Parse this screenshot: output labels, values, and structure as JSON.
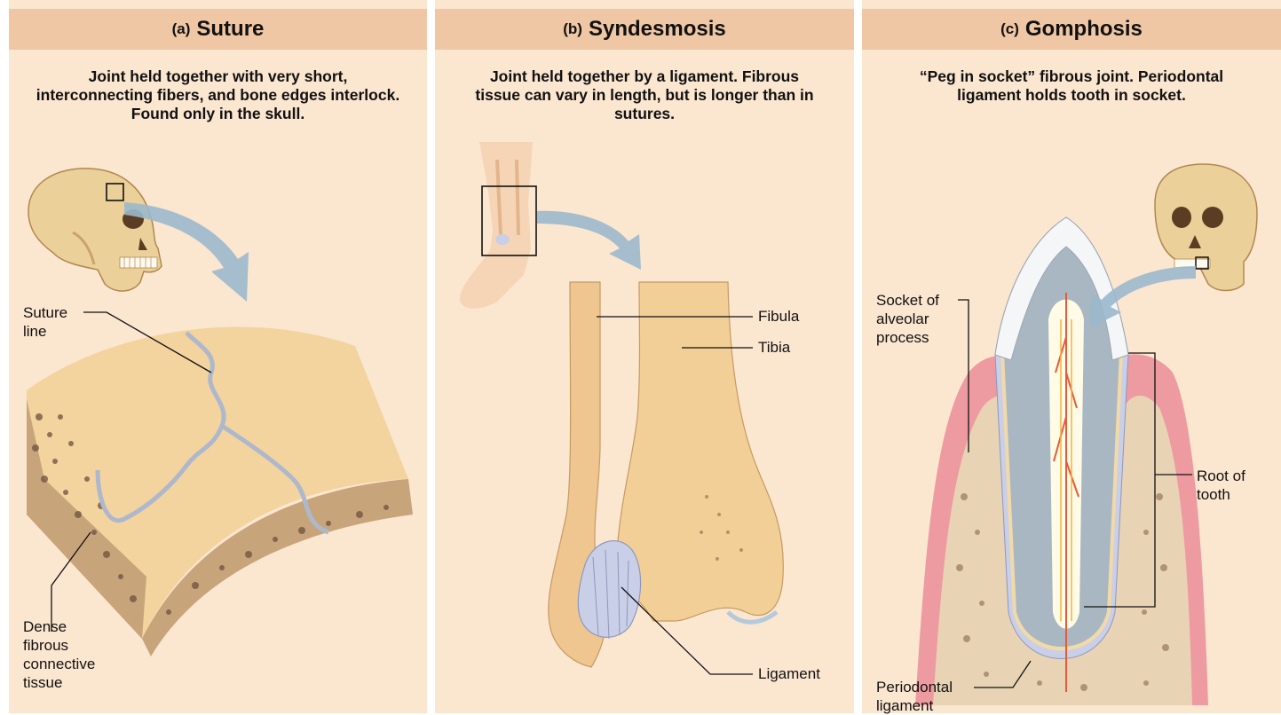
{
  "panels": [
    {
      "letter": "(a)",
      "title": "Suture",
      "description": "Joint held together with very short, interconnecting fibers, and bone edges interlock. Found only in the skull.",
      "labels": {
        "suture_line_1": "Suture",
        "suture_line_2": "line",
        "dense_1": "Dense",
        "dense_2": "fibrous",
        "dense_3": "connective",
        "dense_4": "tissue"
      }
    },
    {
      "letter": "(b)",
      "title": "Syndesmosis",
      "description": "Joint held together by a ligament. Fibrous tissue can vary in length, but is longer than in sutures.",
      "labels": {
        "fibula": "Fibula",
        "tibia": "Tibia",
        "ligament": "Ligament"
      }
    },
    {
      "letter": "(c)",
      "title": "Gomphosis",
      "description": "“Peg in socket” fibrous joint. Periodontal ligament holds tooth in socket.",
      "labels": {
        "socket_1": "Socket of",
        "socket_2": "alveolar",
        "socket_3": "process",
        "root_1": "Root of",
        "root_2": "tooth",
        "perio_1": "Periodontal",
        "perio_2": "ligament"
      }
    }
  ],
  "colors": {
    "panel_bg": "#fbe6d0",
    "header_bg": "#efc7a4",
    "bone": "#f2cf96",
    "gum": "#ee9aa1",
    "enamel": "#f4f6f8",
    "dentin": "#a9b7c2",
    "pulp": "#fffbe6",
    "ligament": "#c9cfe6",
    "arrow": "#9bb8cc"
  }
}
